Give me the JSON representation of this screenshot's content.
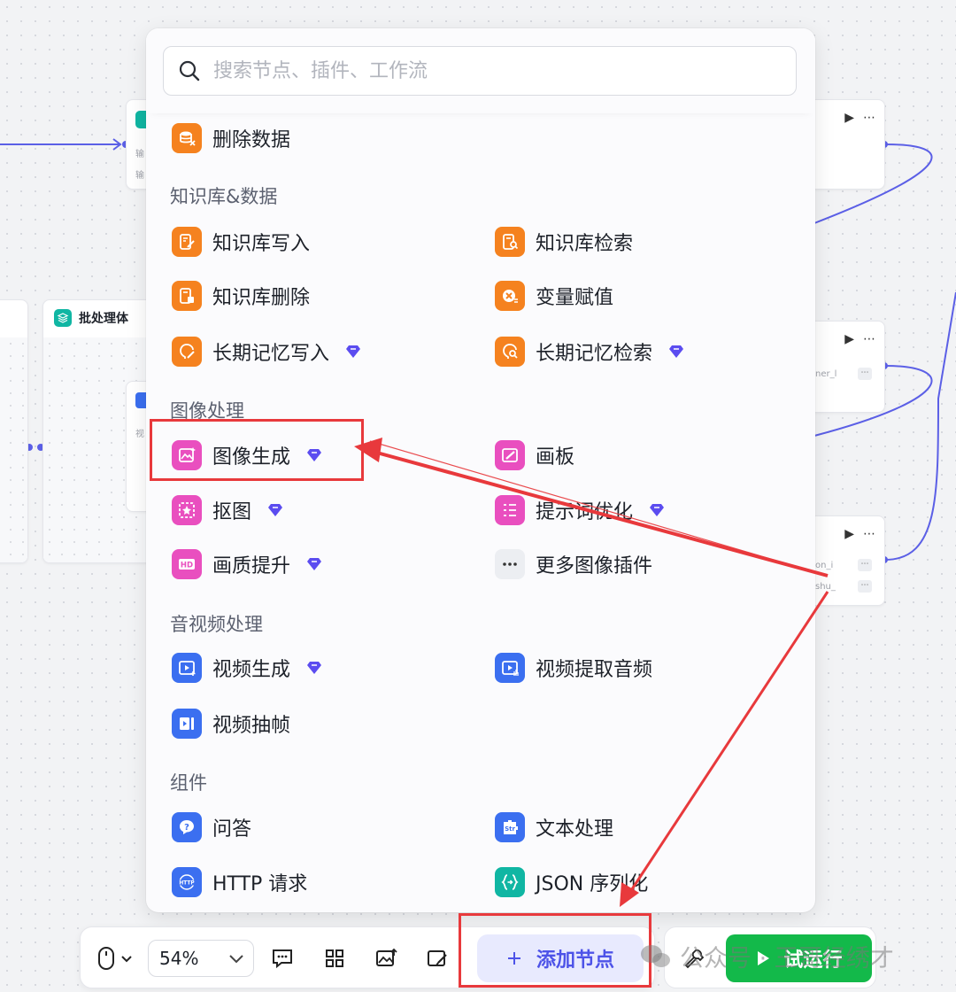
{
  "search": {
    "placeholder": "搜索节点、插件、工作流"
  },
  "canvas": {
    "batch_node_title": "批处理体",
    "hint_chars": [
      "输",
      "输",
      "视"
    ],
    "port_labels": [
      "ner_l",
      "on_i",
      "shu_"
    ]
  },
  "colors": {
    "orange": "#f5821f",
    "pink": "#e94fbf",
    "blue": "#3b6ff0",
    "teal": "#10b6a3",
    "accent": "#4d53e8",
    "annotation": "#e8393c",
    "run": "#13b94a",
    "premium_gem": "#5b4cf0"
  },
  "panel": {
    "top_item": {
      "label": "删除数据",
      "icon": "database-delete-icon"
    },
    "sections": [
      {
        "title": "知识库&数据",
        "items": [
          {
            "label": "知识库写入",
            "icon": "knowledge-write-icon",
            "premium": false
          },
          {
            "label": "知识库检索",
            "icon": "knowledge-search-icon",
            "premium": false
          },
          {
            "label": "知识库删除",
            "icon": "knowledge-delete-icon",
            "premium": false
          },
          {
            "label": "变量赋值",
            "icon": "variable-assign-icon",
            "premium": false
          },
          {
            "label": "长期记忆写入",
            "icon": "memory-write-icon",
            "premium": true
          },
          {
            "label": "长期记忆检索",
            "icon": "memory-search-icon",
            "premium": true
          }
        ]
      },
      {
        "title": "图像处理",
        "items": [
          {
            "label": "图像生成",
            "icon": "image-generate-icon",
            "premium": true
          },
          {
            "label": "画板",
            "icon": "canvas-board-icon",
            "premium": false
          },
          {
            "label": "抠图",
            "icon": "cutout-icon",
            "premium": true
          },
          {
            "label": "提示词优化",
            "icon": "prompt-optimize-icon",
            "premium": true
          },
          {
            "label": "画质提升",
            "icon": "hd-icon",
            "premium": true
          },
          {
            "label": "更多图像插件",
            "icon": "more-icon",
            "premium": false
          }
        ]
      },
      {
        "title": "音视频处理",
        "items": [
          {
            "label": "视频生成",
            "icon": "video-generate-icon",
            "premium": true
          },
          {
            "label": "视频提取音频",
            "icon": "video-audio-icon",
            "premium": false
          },
          {
            "label": "视频抽帧",
            "icon": "video-frame-icon",
            "premium": false
          }
        ]
      },
      {
        "title": "组件",
        "items": [
          {
            "label": "问答",
            "icon": "question-icon",
            "premium": false
          },
          {
            "label": "文本处理",
            "icon": "string-icon",
            "premium": false
          },
          {
            "label": "HTTP 请求",
            "icon": "http-icon",
            "premium": false
          },
          {
            "label": "JSON 序列化",
            "icon": "json-icon",
            "premium": false
          }
        ]
      }
    ]
  },
  "toolbar": {
    "zoom": "54%",
    "add_node_label": "添加节点",
    "run_label": "试运行"
  },
  "watermark": {
    "text": "公众号 · 王哥经绣才"
  }
}
